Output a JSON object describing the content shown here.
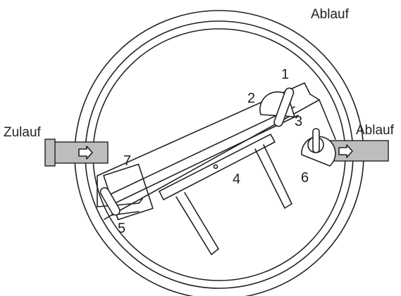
{
  "labels": {
    "ablauf_top": "Ablauf",
    "ablauf_right": "Ablauf",
    "zulauf": "Zulauf",
    "n1": "1",
    "n2": "2",
    "n3": "3",
    "n4": "4",
    "n5": "5",
    "n6": "6",
    "n7": "7"
  },
  "colors": {
    "line": "#222222",
    "pipe_fill": "#bdbdbd",
    "background": "#ffffff"
  }
}
